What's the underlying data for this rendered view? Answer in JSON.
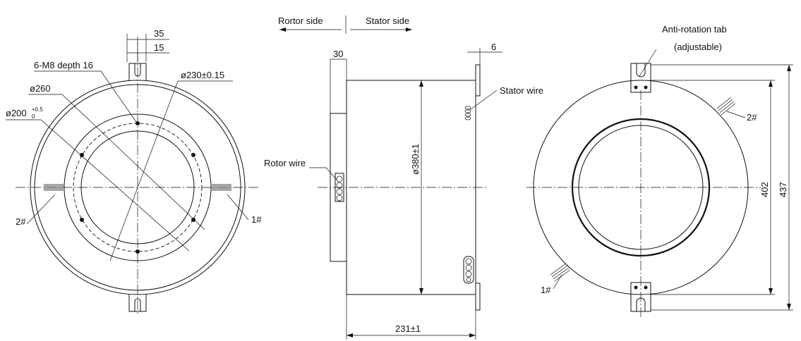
{
  "labels": {
    "rotor_side": "Rortor side",
    "stator_side": "Stator side",
    "dim_35": "35",
    "dim_15": "15",
    "holes": "6-M8 depth 16",
    "dia_230": "ø230±0.15",
    "dia_260": "ø260",
    "dia_200": "ø200",
    "dia_200_tol_upper": "+0.5",
    "dia_200_tol_lower": "0",
    "wire_2_left": "2#",
    "wire_1_left": "1#",
    "dim_30": "30",
    "dim_6": "6",
    "stator_wire": "Stator wire",
    "rotor_wire": "Rotor wire",
    "dia_380": "ø380±1",
    "dim_231": "231±1",
    "anti_rotation_tab": "Anti-rotation tab",
    "adjustable": "(adjustable)",
    "wire_2_right": "2#",
    "wire_1_right": "1#",
    "dim_402": "402",
    "dim_437": "437"
  }
}
